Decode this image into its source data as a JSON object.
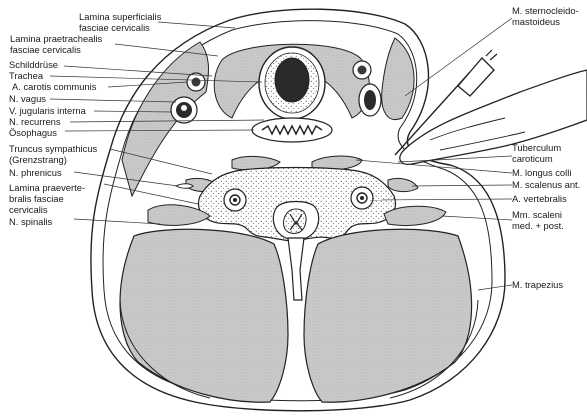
{
  "figure": {
    "labels_left": [
      {
        "id": "lamina-superficialis",
        "lines": [
          "Lamina superficialis",
          "fasciae cervicalis"
        ]
      },
      {
        "id": "lamina-praetrachealis",
        "lines": [
          "Lamina praetrachealis",
          "fasciae cervicalis"
        ]
      },
      {
        "id": "schilddruese",
        "lines": [
          "Schilddrüse"
        ]
      },
      {
        "id": "trachea",
        "lines": [
          "Trachea"
        ]
      },
      {
        "id": "a-carotis-communis",
        "lines": [
          "A. carotis communis"
        ]
      },
      {
        "id": "n-vagus",
        "lines": [
          "N. vagus"
        ]
      },
      {
        "id": "v-jugularis-interna",
        "lines": [
          "V. jugularis interna"
        ]
      },
      {
        "id": "n-recurrens",
        "lines": [
          "N. recurrens"
        ]
      },
      {
        "id": "oesophagus",
        "lines": [
          "Ösophagus"
        ]
      },
      {
        "id": "truncus-sympathicus",
        "lines": [
          "Truncus sympathicus",
          "(Grenzstrang)"
        ]
      },
      {
        "id": "n-phrenicus",
        "lines": [
          "N. phrenicus"
        ]
      },
      {
        "id": "lamina-praevertebralis",
        "lines": [
          "Lamina praeverte-",
          "bralis fasciae",
          "cervicalis"
        ]
      },
      {
        "id": "n-spinalis",
        "lines": [
          "N. spinalis"
        ]
      }
    ],
    "labels_right": [
      {
        "id": "m-sternocleidomastoideus",
        "lines": [
          "M. sternocleido-",
          "mastoideus"
        ]
      },
      {
        "id": "tuberculum-caroticum",
        "lines": [
          "Tuberculum",
          "caroticum"
        ]
      },
      {
        "id": "m-longus-colli",
        "lines": [
          "M. longus colli"
        ]
      },
      {
        "id": "m-scalenus-ant",
        "lines": [
          "M. scalenus ant."
        ]
      },
      {
        "id": "a-vertebralis",
        "lines": [
          "A. vertebralis"
        ]
      },
      {
        "id": "mm-scaleni",
        "lines": [
          "Mm. scaleni",
          "med. + post."
        ]
      },
      {
        "id": "m-trapezius",
        "lines": [
          "M. trapezius"
        ]
      }
    ],
    "colors": {
      "outline": "#222222",
      "muscle_fill": "#cfcfcf",
      "dark_fill": "#3a3a3a",
      "paper": "#ffffff"
    }
  }
}
